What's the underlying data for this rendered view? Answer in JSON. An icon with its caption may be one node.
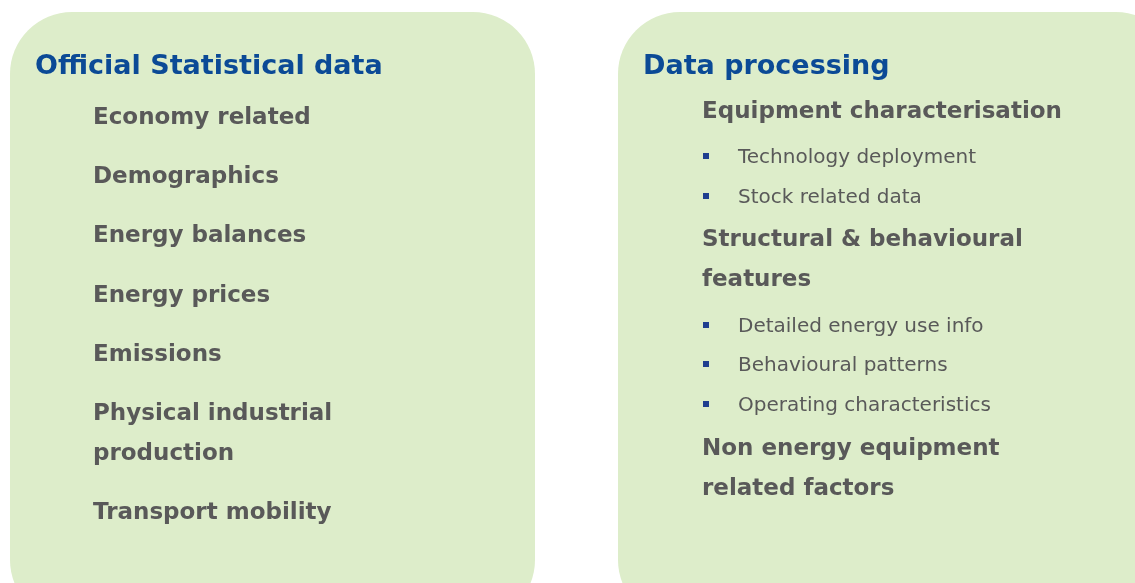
{
  "diagram": {
    "nodes": [
      {
        "text": [
          "Official Statistical data",
          "Economy related",
          "Demographics",
          "Energy balances",
          "Energy prices",
          "Emissions",
          "Physical industrial production",
          "Transport mobility"
        ]
      },
      {
        "text": [
          "Data processing",
          "Equipment characterisation",
          "Technology deployment",
          "Stock related data",
          "Structural & behavioural features",
          "Detailed energy use info",
          "Behavioural patterns",
          "Operating characteristics",
          "Non energy equipment related factors"
        ]
      }
    ]
  }
}
